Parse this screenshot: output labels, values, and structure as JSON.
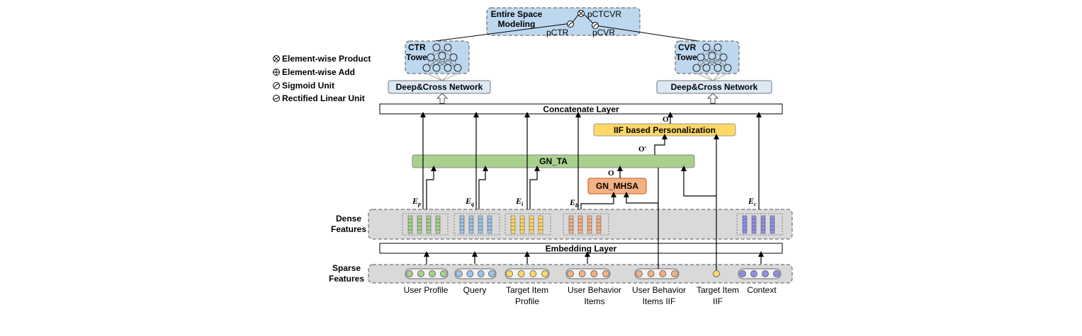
{
  "legend": {
    "product": "Element-wise Product",
    "add": "Element-wise Add",
    "sigmoid": "Sigmoid Unit",
    "relu": "Rectified Linear Unit"
  },
  "top": {
    "esm_line1": "Entire Space",
    "esm_line2": "Modeling",
    "pctcvr": "pCTCVR",
    "pctr": "pCTR",
    "pcvr": "pCVR"
  },
  "towers": {
    "ctr_line1": "CTR",
    "ctr_line2": "Tower",
    "cvr_line1": "CVR",
    "cvr_line2": "Tower"
  },
  "layers": {
    "dcn_left": "Deep&Cross Network",
    "dcn_right": "Deep&Cross Network",
    "concat": "Concatenate Layer",
    "iif": "IIF based Personalization",
    "gn_ta": "GN_TA",
    "gn_mhsa": "GN_MHSA",
    "embedding": "Embedding Layer",
    "o_top": "O",
    "o_prime": "O′",
    "o_mid": "O"
  },
  "emb_labels": {
    "ep_base": "E",
    "ep_sub": "p",
    "eq_base": "E",
    "eq_sub": "q",
    "et_base": "E",
    "et_sub": "i",
    "eb_base": "E",
    "eb_sub": "b",
    "ec_base": "E",
    "ec_sub": "c"
  },
  "sections": {
    "dense_line1": "Dense",
    "dense_line2": "Features",
    "sparse_line1": "Sparse",
    "sparse_line2": "Features"
  },
  "features": {
    "user_profile": "User Profile",
    "query": "Query",
    "target_line1": "Target Item",
    "target_line2": "Profile",
    "ub_line1": "User Behavior",
    "ub_line2": "Items",
    "ubiif_line1": "User Behavior",
    "ubiif_line2": "Items IIF",
    "tiif_line1": "Target Item",
    "tiif_line2": "IIF",
    "context": "Context"
  },
  "colors": {
    "tower_fill": "#bdd7ee",
    "dcn_fill": "#dbe8f5",
    "gn_ta_fill": "#a9d18e",
    "gn_mhsa_fill": "#f4b183",
    "iif_fill": "#ffd966",
    "panel_fill": "#d9d9d9",
    "green": "#a9d18e",
    "blue": "#9dc3e6",
    "yellow": "#ffd966",
    "orange": "#f4b183",
    "purple": "#8f8fe8"
  }
}
